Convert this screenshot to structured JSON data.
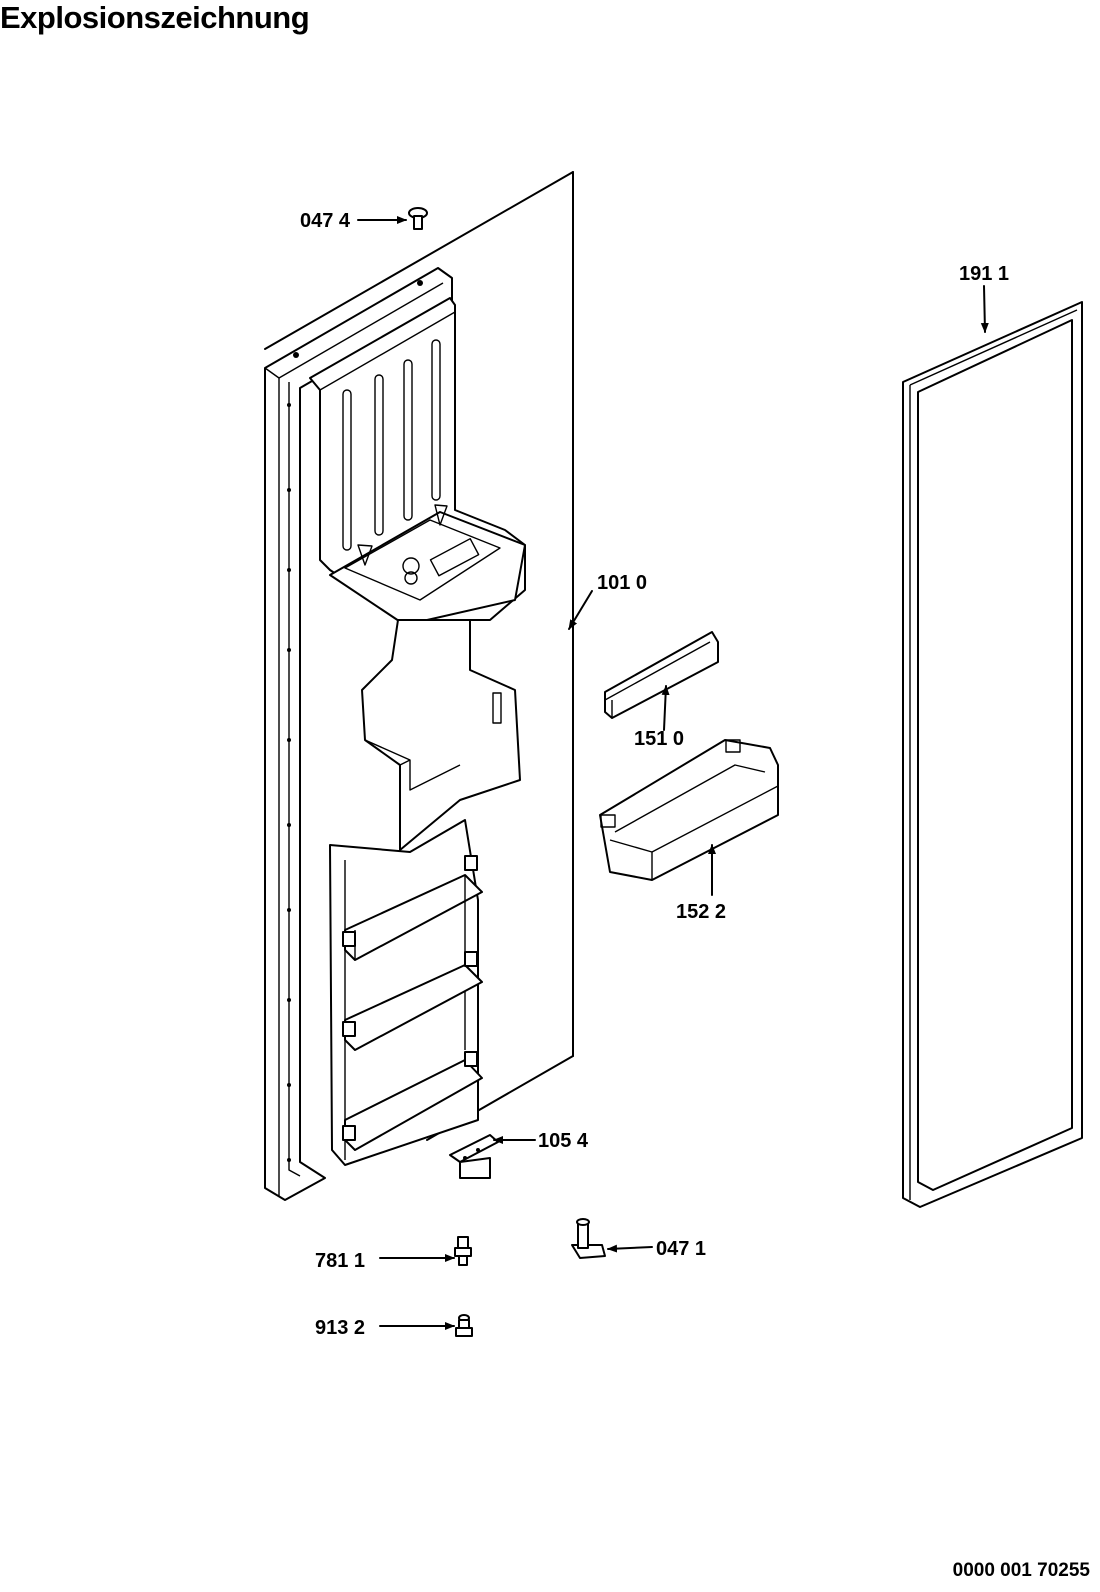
{
  "title": "Explosionszeichnung",
  "document_number": "0000 001 70255",
  "parts": [
    {
      "id": "0474",
      "label": "047 4"
    },
    {
      "id": "1911",
      "label": "191 1"
    },
    {
      "id": "1010",
      "label": "101 0"
    },
    {
      "id": "1510",
      "label": "151 0"
    },
    {
      "id": "1522",
      "label": "152 2"
    },
    {
      "id": "1054",
      "label": "105 4"
    },
    {
      "id": "0471",
      "label": "047 1"
    },
    {
      "id": "7811",
      "label": "781 1"
    },
    {
      "id": "9132",
      "label": "913 2"
    }
  ]
}
